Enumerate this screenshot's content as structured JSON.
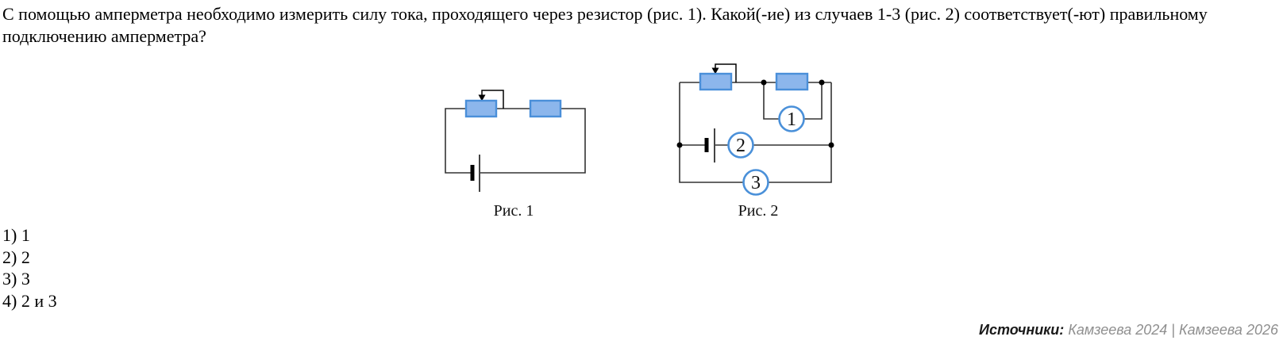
{
  "question": {
    "text": "С помощью амперметра необходимо измерить силу тока, проходящего через резистор (рис. 1). Какой(-ие) из случаев 1-3 (рис. 2) соответствует(-ют) правильному подключению амперметра?"
  },
  "figures": {
    "fig1": {
      "caption": "Рис. 1"
    },
    "fig2": {
      "caption": "Рис. 2",
      "ammeters": [
        "1",
        "2",
        "3"
      ]
    }
  },
  "options": [
    "1) 1",
    "2) 2",
    "3) 3",
    "4) 2 и 3"
  ],
  "source": {
    "label": "Источники:",
    "text": "Камзеева 2024 | Камзеева 2026"
  },
  "colors": {
    "wire": "#333333",
    "resistor_fill": "#8CB6EC",
    "resistor_border": "#4A8FD9",
    "ammeter_stroke": "#4A90D9"
  }
}
